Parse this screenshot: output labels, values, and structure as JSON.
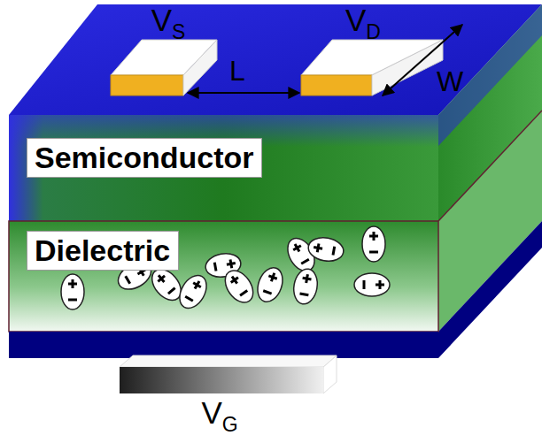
{
  "diagram": {
    "nodes": [
      {
        "text": [
          "Semiconductor"
        ]
      },
      {
        "text": [
          "Dielectric"
        ]
      }
    ],
    "labels": [
      "VS",
      "VD",
      "L",
      "W",
      "VG"
    ]
  }
}
